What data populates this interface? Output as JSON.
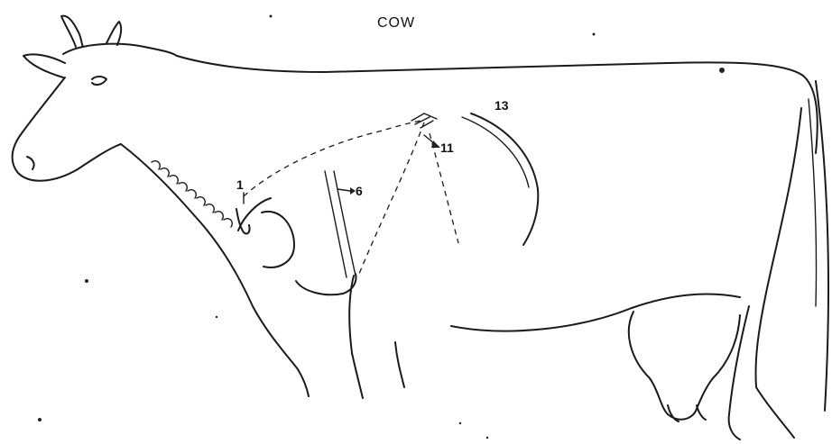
{
  "diagram": {
    "title": "COW",
    "colors": {
      "ink": "#1a1a1a",
      "background": "#ffffff"
    },
    "labels": [
      {
        "id": "1",
        "text": "1"
      },
      {
        "id": "6",
        "text": "6"
      },
      {
        "id": "11",
        "text": "11"
      },
      {
        "id": "13",
        "text": "13"
      }
    ]
  }
}
